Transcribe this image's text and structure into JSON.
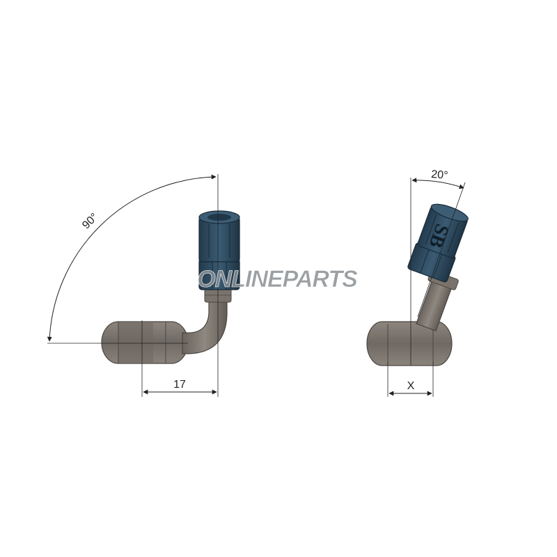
{
  "watermark": {
    "text": "ONLINEPARTS"
  },
  "left_fitting": {
    "angle_label": "90°",
    "dimension_label": "17"
  },
  "right_fitting": {
    "angle_label": "20°",
    "dimension_label": "X",
    "nut_marking": "SB"
  },
  "colors": {
    "metal": "#7b746d",
    "metal_dark": "#5a544f",
    "nut": "#2f4a5f",
    "nut_dark": "#1d3345",
    "watermark": "#8a8f94",
    "dim_line": "#222222"
  }
}
